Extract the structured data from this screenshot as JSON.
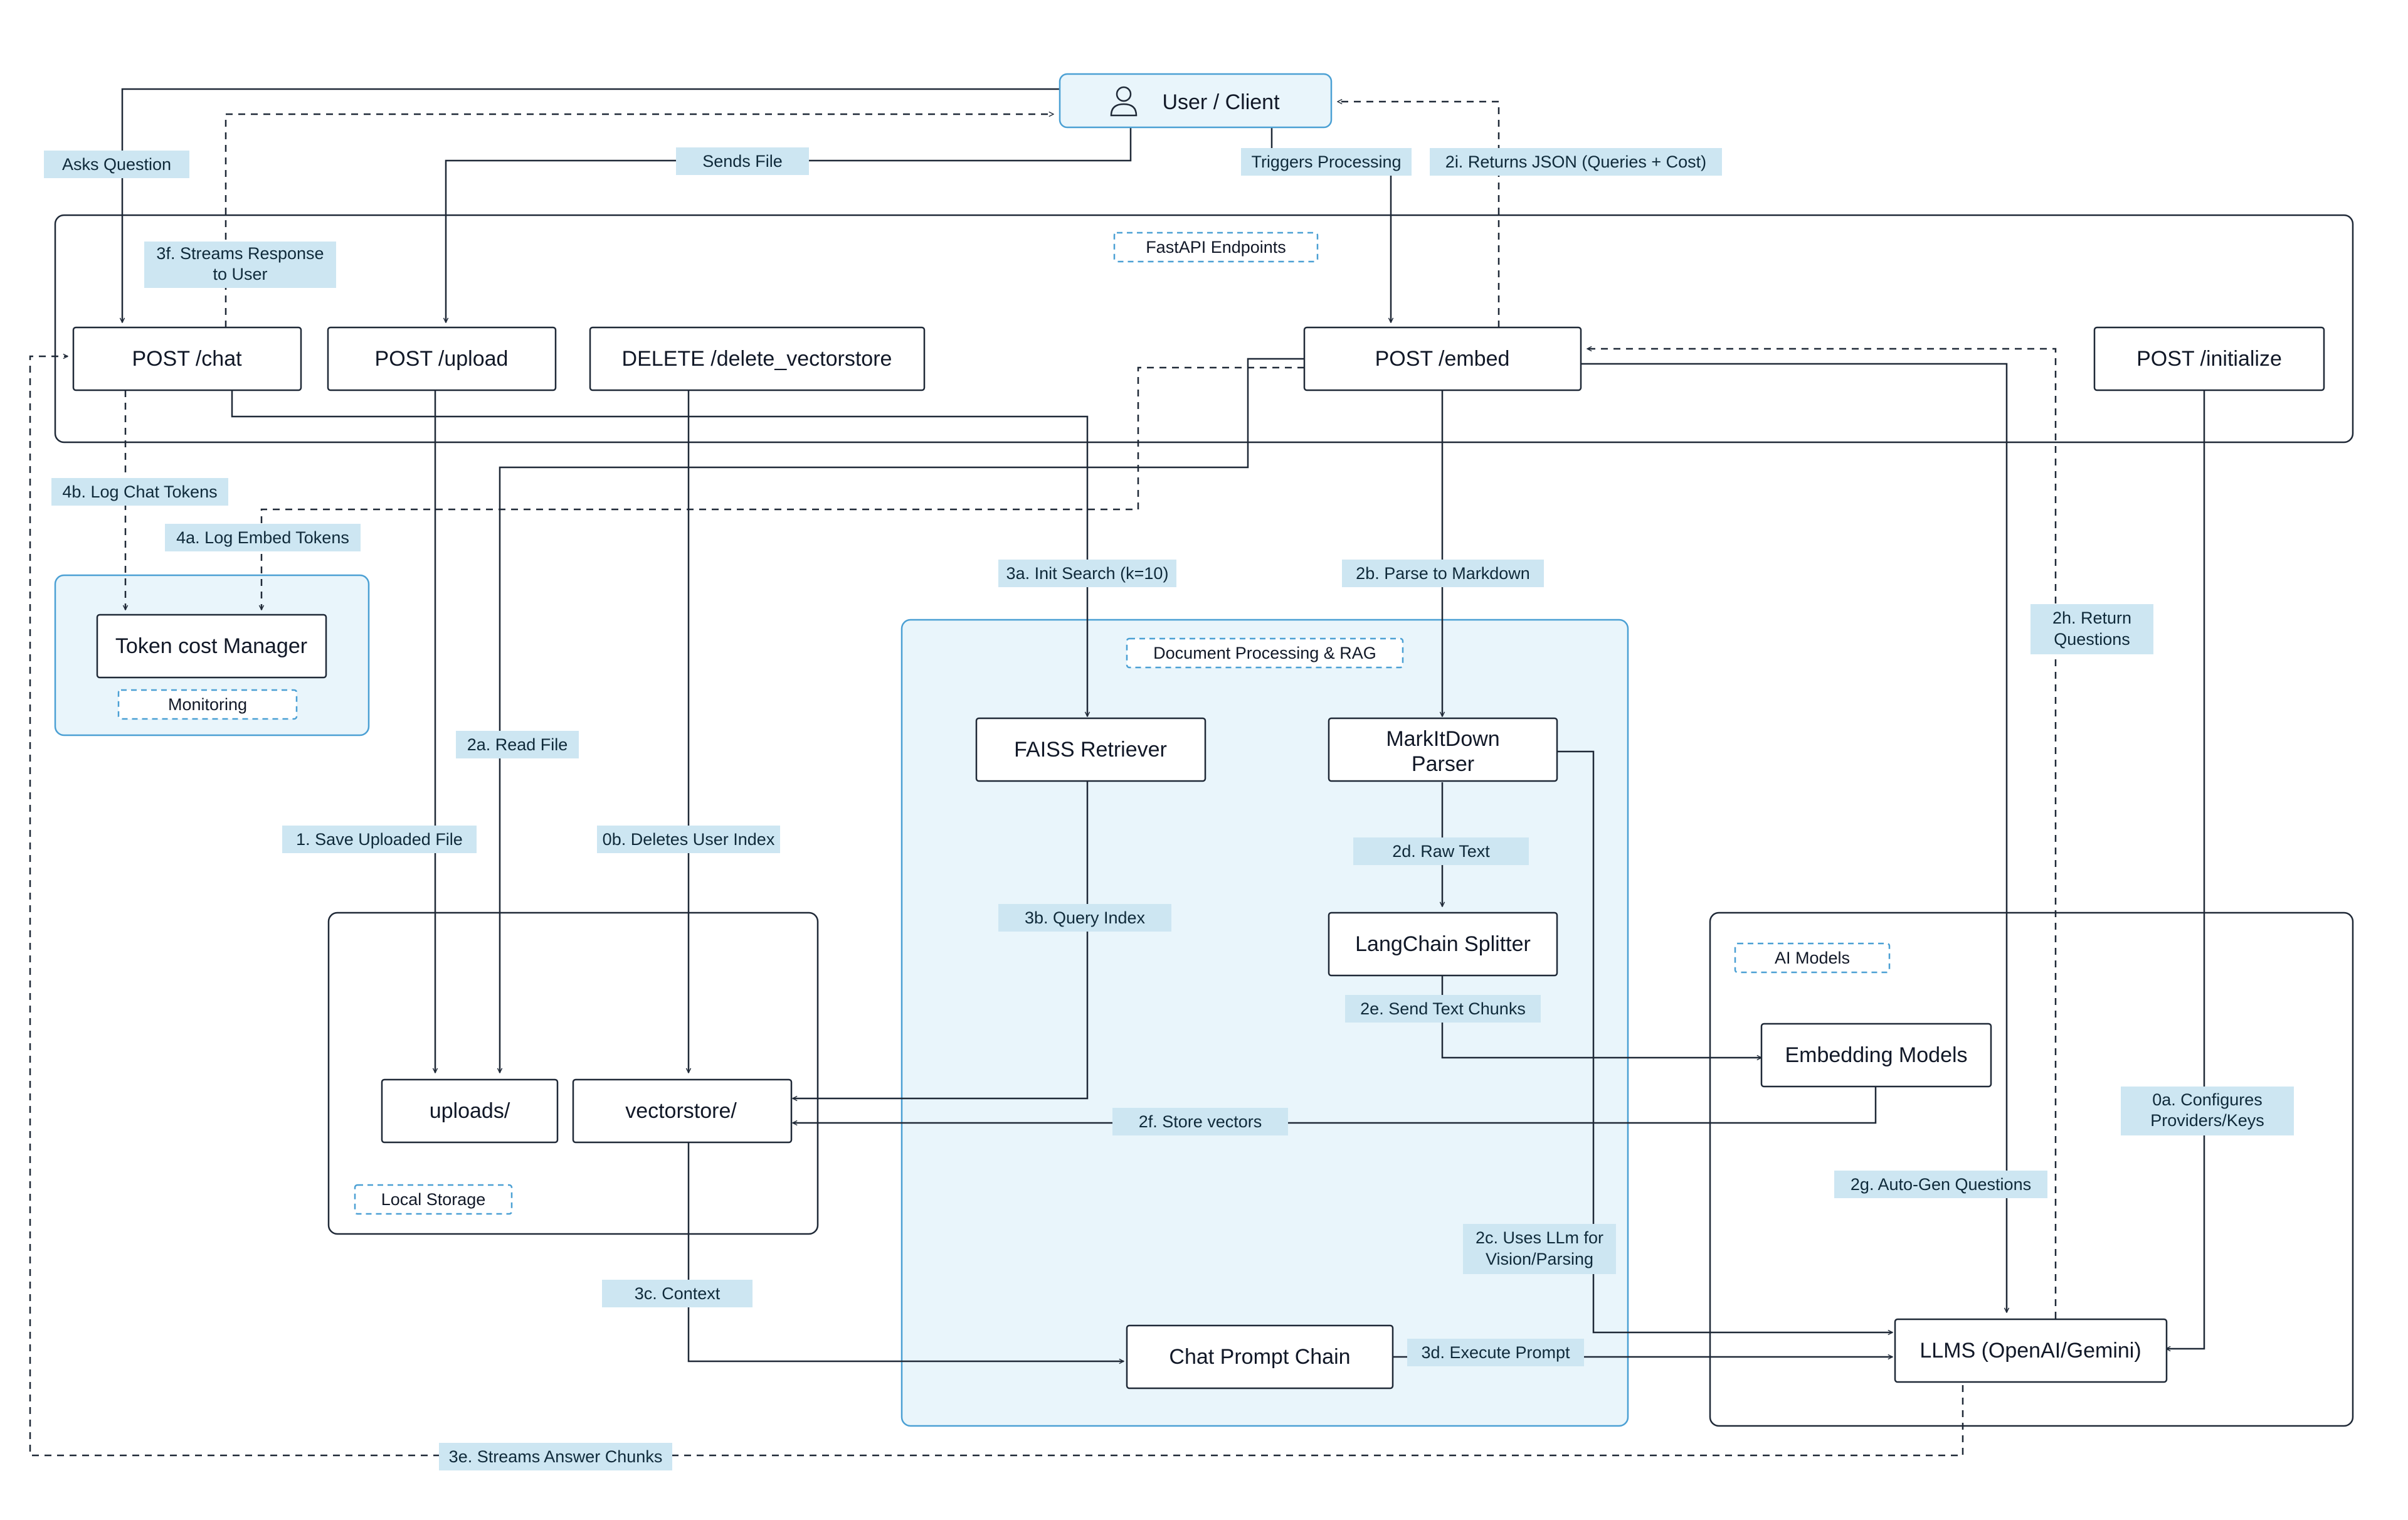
{
  "groups": {
    "fastapi": "FastAPI Endpoints",
    "monitoring": "Monitoring",
    "local_storage": "Local Storage",
    "doc_processing": "Document Processing & RAG",
    "ai_models": "AI Models"
  },
  "nodes": {
    "user": "User / Client",
    "chat": "POST /chat",
    "upload": "POST /upload",
    "delete": "DELETE /delete_vectorstore",
    "embed": "POST /embed",
    "initialize": "POST /initialize",
    "token_manager": "Token cost Manager",
    "faiss": "FAISS Retriever",
    "markitdown_1": "MarkItDown",
    "markitdown_2": "Parser",
    "langchain": "LangChain Splitter",
    "embedding_models": "Embedding Models",
    "uploads": "uploads/",
    "vectorstore": "vectorstore/",
    "chat_chain": "Chat Prompt Chain",
    "llms": "LLMS (OpenAI/Gemini)"
  },
  "edges": {
    "asks_question": "Asks Question",
    "sends_file": "Sends File",
    "triggers": "Triggers Processing",
    "returns_json": "2i. Returns JSON (Queries + Cost)",
    "streams_1": "3f. Streams Response",
    "streams_2": "to User",
    "log_chat": "4b. Log Chat Tokens",
    "log_embed": "4a. Log Embed Tokens",
    "init_search": "3a. Init Search (k=10)",
    "parse_md": "2b. Parse to Markdown",
    "return_q_1": "2h. Return",
    "return_q_2": "Questions",
    "read_file": "2a. Read File",
    "save_file": "1. Save Uploaded File",
    "deletes_index": "0b. Deletes User Index",
    "raw_text": "2d. Raw Text",
    "query_index": "3b. Query Index",
    "send_chunks": "2e. Send Text Chunks",
    "store_vectors": "2f. Store vectors",
    "configures_1": "0a. Configures",
    "configures_2": "Providers/Keys",
    "auto_gen": "2g. Auto-Gen Questions",
    "uses_llm_1": "2c. Uses LLm for",
    "uses_llm_2": "Vision/Parsing",
    "context": "3c. Context",
    "execute": "3d. Execute Prompt",
    "streams_answer": "3e. Streams Answer Chunks"
  }
}
